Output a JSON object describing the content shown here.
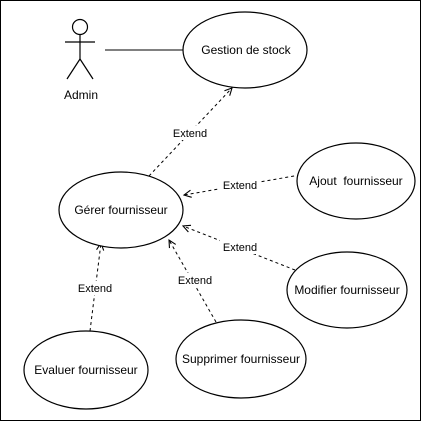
{
  "colors": {
    "background": "#ffffff",
    "stroke": "#000000",
    "text": "#000000"
  },
  "actor": {
    "label": "Admin"
  },
  "use_cases": {
    "gestion_stock": "Gestion de stock",
    "gerer_fournisseur": "Gérer fournisseur",
    "ajout_fournisseur": "Ajout  fournisseur",
    "modifier_fournisseur": "Modifier fournisseur",
    "supprimer_fournisseur": "Supprimer fournisseur",
    "evaluer_fournisseur": "Evaluer fournisseur"
  },
  "relations": {
    "extend_gerer_to_stock": "Extend",
    "extend_ajout": "Extend",
    "extend_modifier": "Extend",
    "extend_supprimer": "Extend",
    "extend_evaluer": "Extend"
  }
}
